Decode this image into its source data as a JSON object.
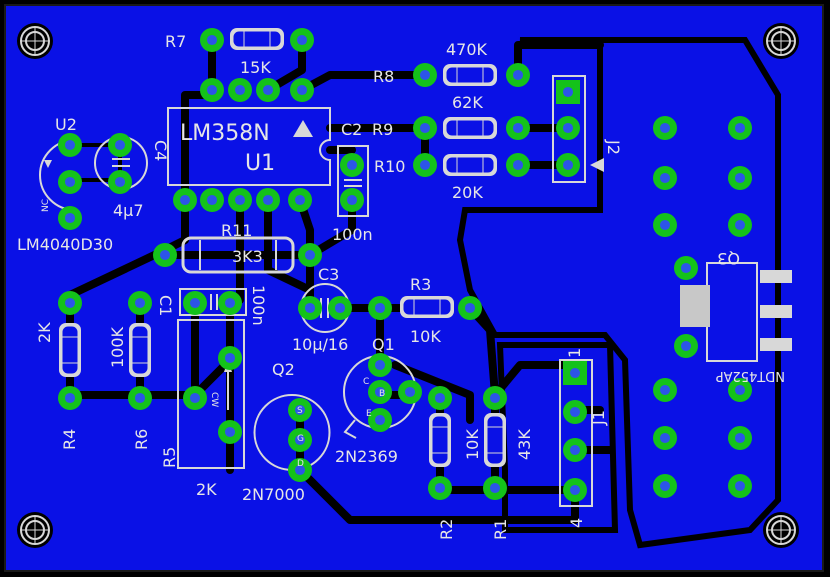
{
  "board": {
    "copper_color": "#0a11e6",
    "pad_color": "#14c21a",
    "hole_color": "#2c55e8",
    "silk_color": "#d8d8d8"
  },
  "labels": {
    "r7": "R7",
    "r7_val": "15K",
    "r8": "R8",
    "r8_val": "470K",
    "r9": "R9",
    "r9_val": "62K",
    "r10": "R10",
    "r10_val": "20K",
    "c2": "C2",
    "c4": "C4",
    "c4_val": "4µ7",
    "u1_part": "LM358N",
    "u1": "U1",
    "u2": "U2",
    "u2_part": "LM4040D30",
    "u2_pin": "NC",
    "j2": "J2",
    "q3": "Q3",
    "q3_part": "NDT452AP",
    "r11": "R11",
    "r11_val": "3K3",
    "c_100n_top": "100n",
    "c3": "C3",
    "c3_val": "10µ/16",
    "r3": "R3",
    "r3_val": "10K",
    "c1": "C1",
    "c1_val": "100n",
    "r4": "R4",
    "r4_val": "2K",
    "r6": "R6",
    "r6_val": "100K",
    "r5": "R5",
    "r5_val": "2K",
    "r5_pin": "CW",
    "q2": "Q2",
    "q2_part": "2N7000",
    "q1": "Q1",
    "q1_part": "2N2369",
    "r2": "R2",
    "r2_val": "10K",
    "r1": "R1",
    "r1_val": "43K",
    "j1": "J1",
    "j1_pin1": "1",
    "j1_pin4": "4"
  }
}
